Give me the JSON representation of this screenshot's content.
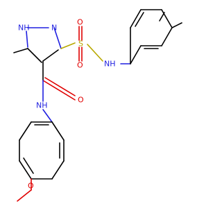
{
  "structure": {
    "colors": {
      "carbon": "#000000",
      "nitrogen": "#1f1fe0",
      "oxygen": "#e00000",
      "sulfur": "#b8a800"
    },
    "atoms": {
      "pyrazole_nh": "NH",
      "pyrazole_n": "N",
      "sulfur": "S",
      "sulfonyl_o_top": "O",
      "sulfonyl_o_bottom": "O",
      "sulfonamide_nh": "NH",
      "amide_o": "O",
      "amide_nh": "NH",
      "methoxy_o": "O"
    },
    "label_prefixes": {
      "pyrazole_nh": "H",
      "sulfonamide_nh": "N",
      "amide_nh": "N"
    },
    "label_suffixes": {
      "pyrazole_nh": "N",
      "sulfonamide_nh": "H",
      "amide_nh": "H"
    }
  }
}
